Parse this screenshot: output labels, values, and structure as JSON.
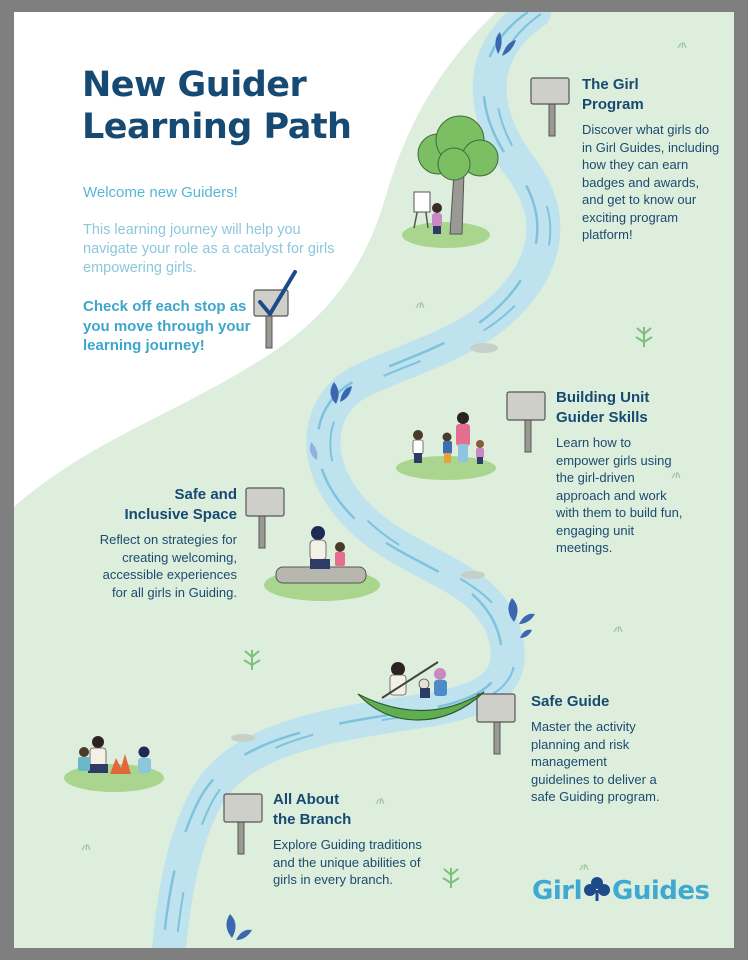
{
  "header": {
    "title_line1": "New Guider",
    "title_line2": "Learning Path",
    "welcome": "Welcome new Guiders!",
    "intro": "This learning journey will help you navigate your role as a catalyst for girls empowering girls.",
    "checkoff": "Check off each stop as you move through your learning journey!"
  },
  "stops": [
    {
      "title_lines": [
        "The Girl",
        "Program"
      ],
      "body": "Discover what girls do in Girl Guides, including how they can earn badges and awards, and get to know our exciting program platform!"
    },
    {
      "title_lines": [
        "Building Unit",
        "Guider Skills"
      ],
      "body": "Learn how to empower girls using the girl-driven approach and work with them to build fun, engaging unit meetings."
    },
    {
      "title_lines": [
        "Safe and",
        "Inclusive Space"
      ],
      "body": "Reflect on strategies for creating welcoming, accessible experiences for all girls in Guiding."
    },
    {
      "title_lines": [
        "Safe Guide"
      ],
      "body": "Master the activity planning and risk management guidelines to deliver a safe Guiding program."
    },
    {
      "title_lines": [
        "All About",
        "the Branch"
      ],
      "body": "Explore Guiding traditions and the unique abilities of girls in every branch."
    }
  ],
  "logo": {
    "word1": "Girl",
    "word2": "Guides",
    "icon": "trefoil-icon"
  },
  "colors": {
    "navy": "#164a73",
    "light_blue": "#3eaad1",
    "river": "#bfe2ef",
    "background_green": "#ddeedd",
    "grass": "#a9d58e"
  }
}
